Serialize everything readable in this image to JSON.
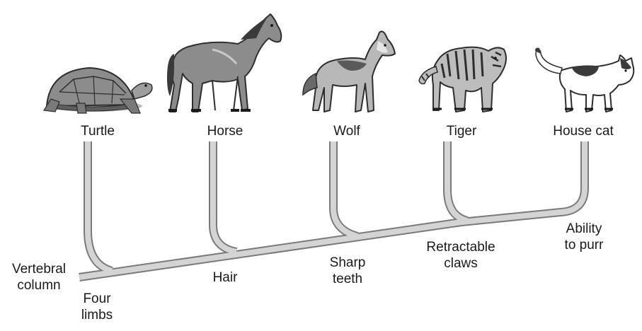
{
  "taxa": [
    {
      "name": "Turtle",
      "icon": "turtle-icon"
    },
    {
      "name": "Horse",
      "icon": "horse-icon"
    },
    {
      "name": "Wolf",
      "icon": "wolf-icon"
    },
    {
      "name": "Tiger",
      "icon": "tiger-icon"
    },
    {
      "name": "House cat",
      "icon": "house-cat-icon"
    }
  ],
  "traits": [
    {
      "line1": "Vertebral",
      "line2": "column"
    },
    {
      "line1": "Four",
      "line2": "limbs"
    },
    {
      "line1": "Hair"
    },
    {
      "line1": "Sharp",
      "line2": "teeth"
    },
    {
      "line1": "Retractable",
      "line2": "claws"
    },
    {
      "line1": "Ability",
      "line2": "to purr"
    }
  ],
  "colors": {
    "branch_fill": "#d4d4d4",
    "branch_outline": "#7a7a7a",
    "text": "#1a1a1a",
    "animal_dark": "#4a4a4a",
    "animal_mid": "#8c8c8c",
    "animal_light": "#c8c8c8"
  }
}
